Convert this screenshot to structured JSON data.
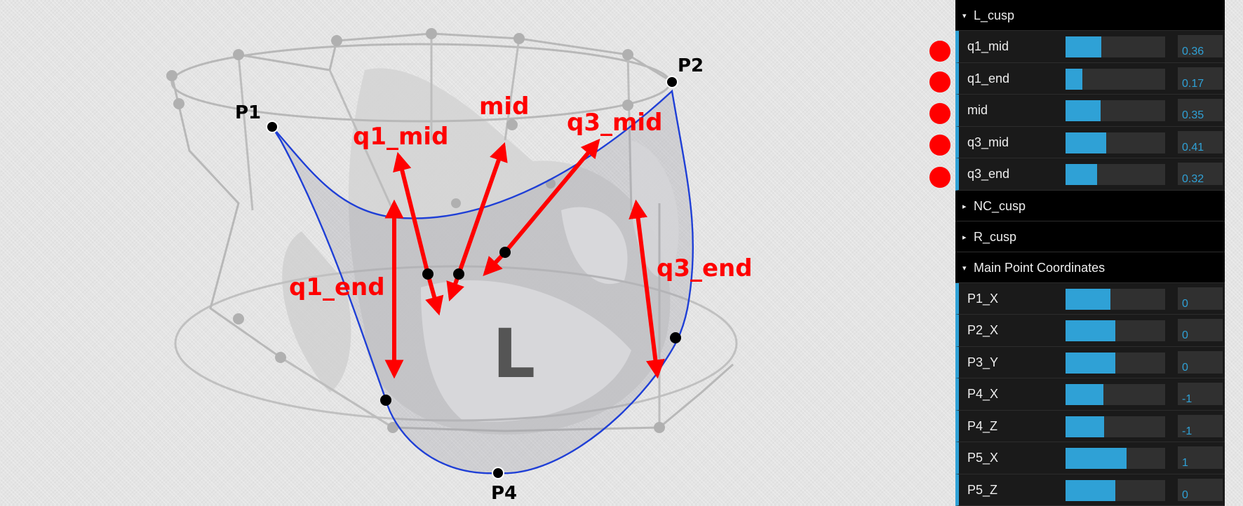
{
  "viewport": {
    "cusp_label": "L",
    "points": [
      "P1",
      "P2",
      "P4"
    ],
    "arrows": [
      "q1_mid",
      "mid",
      "q3_mid",
      "q1_end",
      "q3_end"
    ]
  },
  "gui": {
    "folders": [
      {
        "label": "L_cusp",
        "open": true,
        "controls": [
          {
            "name": "q1_mid",
            "value": "0.36",
            "fraction": 0.36
          },
          {
            "name": "q1_end",
            "value": "0.17",
            "fraction": 0.17
          },
          {
            "name": "mid",
            "value": "0.35",
            "fraction": 0.35
          },
          {
            "name": "q3_mid",
            "value": "0.41",
            "fraction": 0.41
          },
          {
            "name": "q3_end",
            "value": "0.32",
            "fraction": 0.32
          }
        ]
      },
      {
        "label": "NC_cusp",
        "open": false,
        "controls": []
      },
      {
        "label": "R_cusp",
        "open": false,
        "controls": []
      },
      {
        "label": "Main Point Coordinates",
        "open": true,
        "controls": [
          {
            "name": "P1_X",
            "value": "0",
            "fraction": 0.45
          },
          {
            "name": "P2_X",
            "value": "0",
            "fraction": 0.5
          },
          {
            "name": "P3_Y",
            "value": "0",
            "fraction": 0.5
          },
          {
            "name": "P4_X",
            "value": "-1",
            "fraction": 0.38
          },
          {
            "name": "P4_Z",
            "value": "-1",
            "fraction": 0.39
          },
          {
            "name": "P5_X",
            "value": "1",
            "fraction": 0.61
          },
          {
            "name": "P5_Z",
            "value": "0",
            "fraction": 0.5
          }
        ]
      }
    ]
  },
  "colors": {
    "accent": "#2fa1d6",
    "arrow": "#ff0000",
    "curve": "#1f3fd6"
  }
}
